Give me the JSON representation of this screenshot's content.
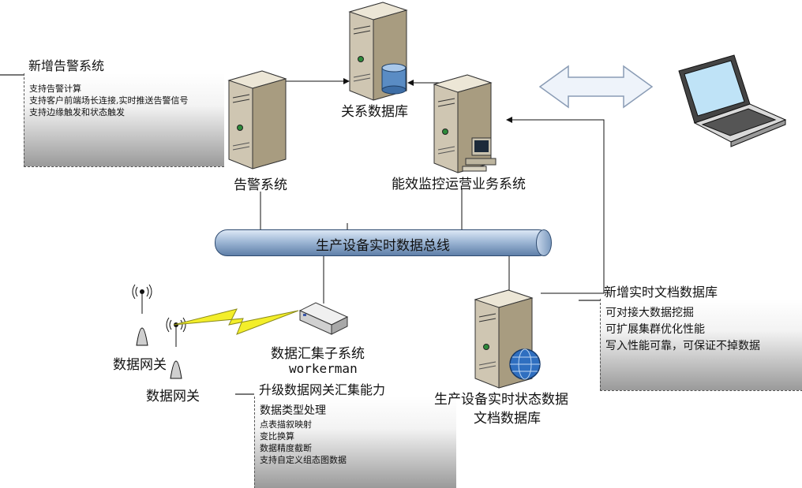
{
  "nodes": {
    "relational_db": "关系数据库",
    "alarm_system": "告警系统",
    "energy_system": "能效监控运营业务系统",
    "data_bus": "生产设备实时数据总线",
    "collector": "数据汇集子系统",
    "collector_sub": "workerman",
    "gateway_1": "数据网关",
    "gateway_2": "数据网关",
    "docdb_line1": "生产设备实时状态数据",
    "docdb_line2": "文档数据库"
  },
  "notes": {
    "alarm": {
      "title": "新增告警系统",
      "items": [
        "支持告警计算",
        "支持客户前端场长连接,实时推送告警信号",
        "支持边缘触发和状态触发"
      ]
    },
    "gateway": {
      "title": "升级数据网关汇集能力",
      "heading": "数据类型处理",
      "items": [
        "点表描叙映射",
        "变比换算",
        "数据精度截断",
        "支持自定义组态图数据"
      ]
    },
    "docdb": {
      "title": "新增实时文档数据库",
      "items": [
        "可对接大数据挖掘",
        "可扩展集群优化性能",
        "写入性能可靠，可保证不掉数据"
      ]
    }
  },
  "icons": [
    "server-icon",
    "database-icon",
    "workstation-icon",
    "laptop-icon",
    "antenna-icon",
    "hub-icon",
    "globe-icon",
    "lightning-icon",
    "double-arrow-icon"
  ]
}
